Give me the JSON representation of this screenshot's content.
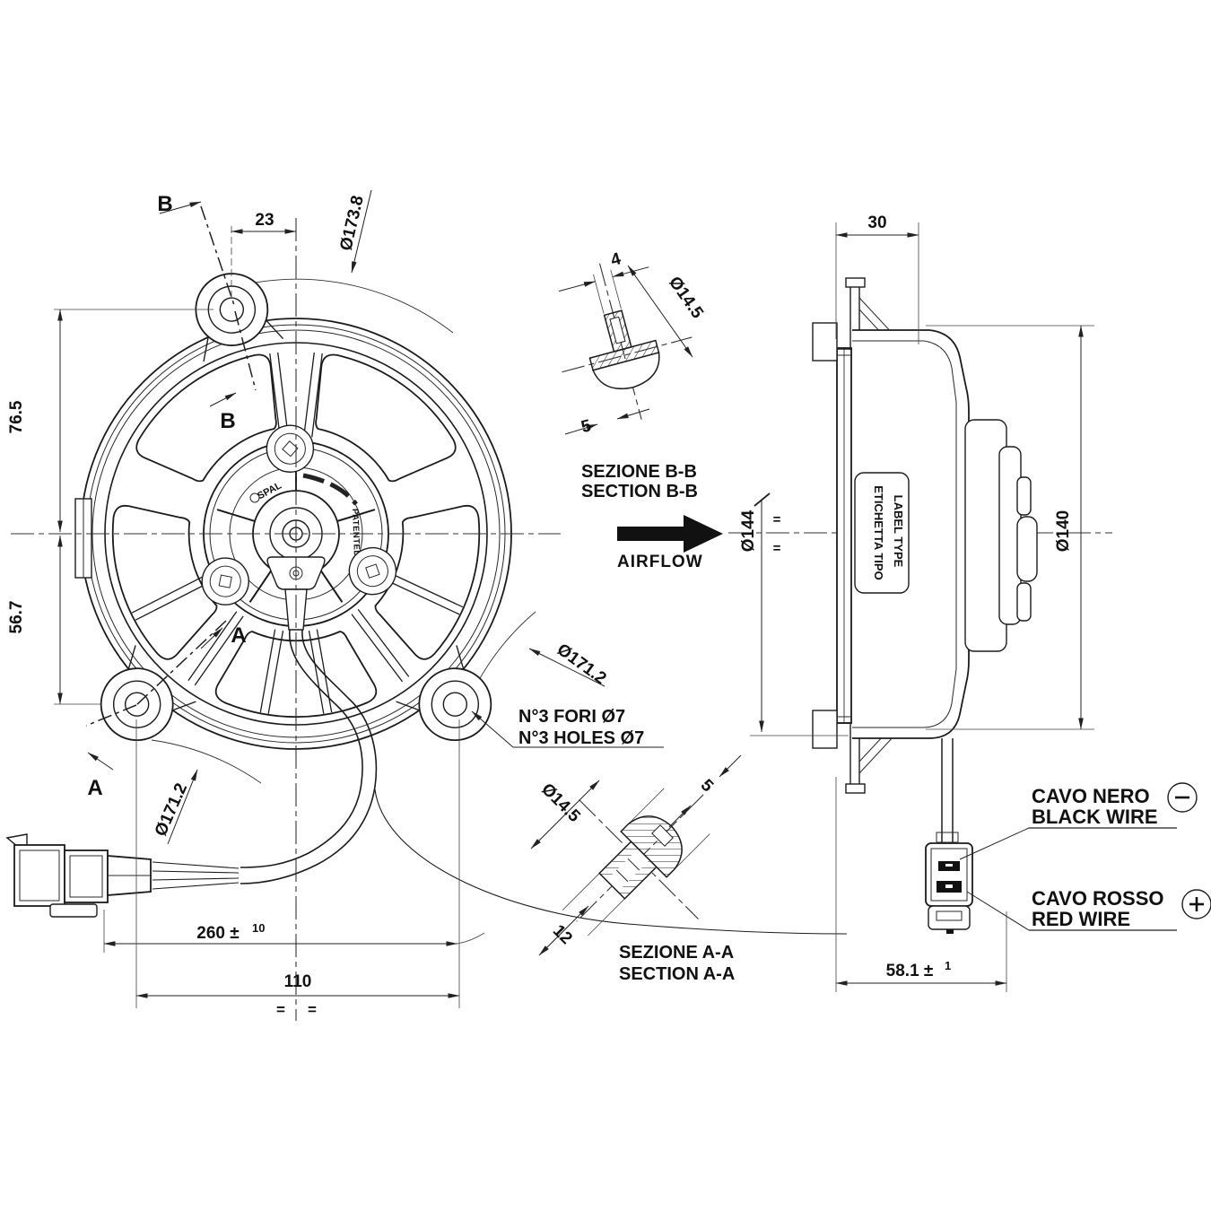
{
  "front_view": {
    "section_b": "B",
    "section_a": "A",
    "dim_hole_offset": "23",
    "dim_outer_diameter": "Ø173.8",
    "dim_upper_height": "76.5",
    "dim_lower_height": "56.7",
    "dim_bolt_circle_right": "Ø171.2",
    "dim_bolt_circle_left": "Ø171.2",
    "holes_note_it": "N°3 FORI Ø7",
    "holes_note_en": "N°3 HOLES Ø7",
    "dim_cable_length": "260 ±",
    "dim_cable_length_tol": "10",
    "dim_hole_spacing": "110",
    "symmetry_mark": "=",
    "hub_brand": "SPAL",
    "hub_patented": "PATENTED"
  },
  "section_bb": {
    "dim_width": "4",
    "dim_diameter": "Ø14.5",
    "dim_height": "5",
    "title_it": "SEZIONE B-B",
    "title_en": "SECTION B-B"
  },
  "airflow": {
    "label": "AIRFLOW"
  },
  "section_aa": {
    "dim_diameter": "Ø14.5",
    "dim_height": "5",
    "dim_length": "12",
    "title_it": "SEZIONE A-A",
    "title_en": "SECTION A-A"
  },
  "side_view": {
    "dim_depth_flange": "30",
    "dim_shroud_diameter": "Ø144",
    "dim_fan_diameter": "Ø140",
    "label_sticker_it": "ETICHETTA TIPO",
    "label_sticker_en": "LABEL TYPE",
    "dim_total_depth": "58.1 ±",
    "dim_total_depth_tol": "1",
    "wire_negative_it": "CAVO NERO",
    "wire_negative_en": "BLACK WIRE",
    "wire_positive_it": "CAVO ROSSO",
    "wire_positive_en": "RED WIRE",
    "symmetry_mark": "="
  }
}
